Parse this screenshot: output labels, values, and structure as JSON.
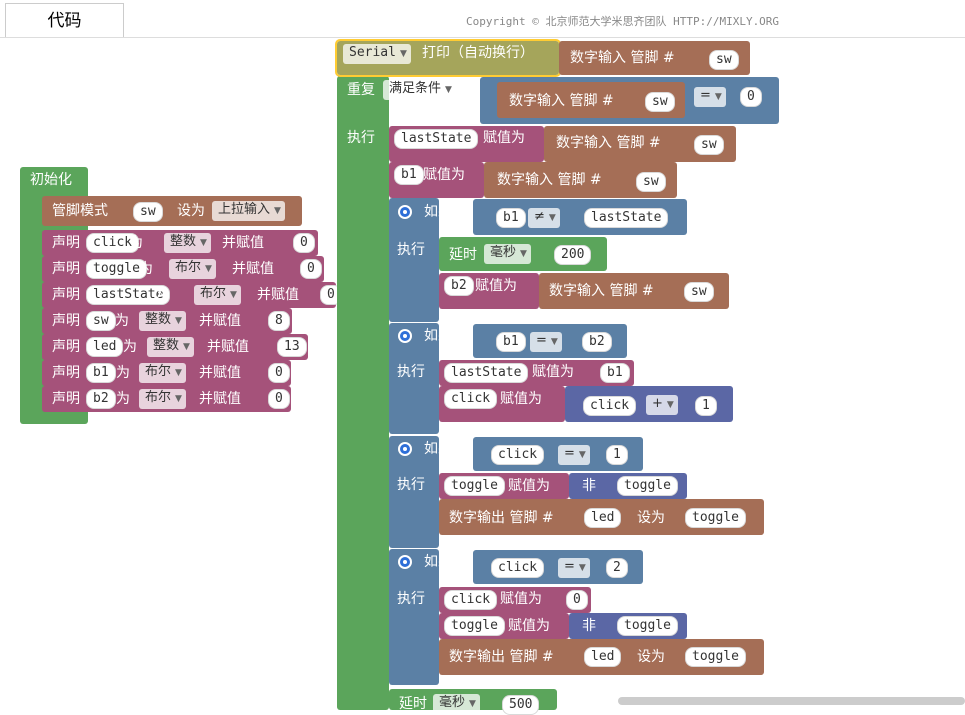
{
  "tab": {
    "label": "代码"
  },
  "copyright": "Copyright © 北京师范大学米思齐团队 HTTP://MIXLY.ORG",
  "init": {
    "hat": "初始化",
    "pinmode": {
      "text": "管脚模式",
      "var": "sw",
      "set": "设为",
      "mode": "上拉输入"
    },
    "decls": [
      {
        "kw": "声明",
        "name": "click",
        "as": "为",
        "type": "整数",
        "assign": "并赋值",
        "val": "0"
      },
      {
        "kw": "声明",
        "name": "toggle",
        "as": "为",
        "type": "布尔",
        "assign": "并赋值",
        "val": "0"
      },
      {
        "kw": "声明",
        "name": "lastState",
        "as": "为",
        "type": "布尔",
        "assign": "并赋值",
        "val": "0"
      },
      {
        "kw": "声明",
        "name": "sw",
        "as": "为",
        "type": "整数",
        "assign": "并赋值",
        "val": "8"
      },
      {
        "kw": "声明",
        "name": "led",
        "as": "为",
        "type": "整数",
        "assign": "并赋值",
        "val": "13"
      },
      {
        "kw": "声明",
        "name": "b1",
        "as": "为",
        "type": "布尔",
        "assign": "并赋值",
        "val": "0"
      },
      {
        "kw": "声明",
        "name": "b2",
        "as": "为",
        "type": "布尔",
        "assign": "并赋值",
        "val": "0"
      }
    ]
  },
  "main": {
    "serial": {
      "drop": "Serial",
      "text": "打印（自动换行）",
      "din": "数字输入 管脚 #",
      "pin": "sw"
    },
    "repeat": {
      "text": "重复",
      "cond": "满足条件",
      "din": "数字输入 管脚 #",
      "pin": "sw",
      "op": "=",
      "val": "0"
    },
    "exec": "执行",
    "assign1": {
      "var": "lastState",
      "text": "赋值为",
      "din": "数字输入 管脚 #",
      "pin": "sw"
    },
    "assign2": {
      "var": "b1",
      "text": "赋值为",
      "din": "数字输入 管脚 #",
      "pin": "sw"
    },
    "if1": {
      "if": "如果",
      "a": "b1",
      "op": "≠",
      "b": "lastState",
      "exec": "执行",
      "delay": {
        "text": "延时",
        "unit": "毫秒",
        "val": "200"
      },
      "assign": {
        "var": "b2",
        "text": "赋值为",
        "din": "数字输入 管脚 #",
        "pin": "sw"
      }
    },
    "if2": {
      "if": "如果",
      "a": "b1",
      "op": "=",
      "b": "b2",
      "exec": "执行",
      "a1": {
        "var": "lastState",
        "text": "赋值为",
        "val": "b1"
      },
      "a2": {
        "var": "click",
        "text": "赋值为",
        "lhs": "click",
        "op": "+",
        "val": "1"
      }
    },
    "if3": {
      "if": "如果",
      "a": "click",
      "op": "=",
      "b": "1",
      "exec": "执行",
      "a1": {
        "var": "toggle",
        "text": "赋值为",
        "not": "非",
        "val": "toggle"
      },
      "out": {
        "text": "数字输出 管脚 #",
        "pin": "led",
        "set": "设为",
        "val": "toggle"
      }
    },
    "if4": {
      "if": "如果",
      "a": "click",
      "op": "=",
      "b": "2",
      "exec": "执行",
      "a1": {
        "var": "click",
        "text": "赋值为",
        "val": "0"
      },
      "a2": {
        "var": "toggle",
        "text": "赋值为",
        "not": "非",
        "val": "toggle"
      },
      "out": {
        "text": "数字输出 管脚 #",
        "pin": "led",
        "set": "设为",
        "val": "toggle"
      }
    },
    "delay": {
      "text": "延时",
      "unit": "毫秒",
      "val": "500"
    }
  }
}
